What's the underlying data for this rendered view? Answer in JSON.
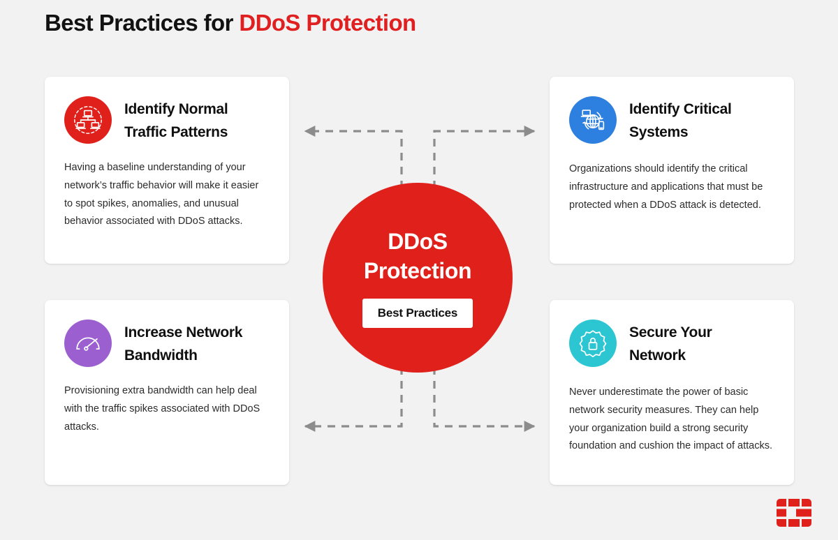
{
  "title": {
    "lead": "Best Practices for ",
    "accent": "DDoS Protection"
  },
  "colors": {
    "background": "#f2f2f2",
    "accent_red": "#e02020",
    "hub_red": "#e0201b",
    "icon_red": "#e0201b",
    "icon_blue": "#2d7fe0",
    "icon_purple": "#9b5fd0",
    "icon_teal": "#2cc6d2",
    "connector_gray": "#8c8c8c",
    "card_white": "#ffffff",
    "title_black": "#121212",
    "body_gray": "#2b2b2b"
  },
  "hub": {
    "title_line1": "DDoS",
    "title_line2": "Protection",
    "chip_label": "Best Practices"
  },
  "cards": [
    {
      "id": "identify-normal-traffic-patterns",
      "title_line1": "Identify Normal",
      "title_line2": "Traffic Patterns",
      "body": "Having a baseline understanding of your network’s traffic behavior will make it easier to spot spikes, anomalies, and unusual behavior associated with DDoS attacks.",
      "icon_name": "network-topology-icon",
      "icon_color": "#e0201b"
    },
    {
      "id": "identify-critical-systems",
      "title_line1": "Identify Critical",
      "title_line2": "Systems",
      "body": "Organizations should identify the critical infrastructure and applications that must be protected when a DDoS attack is detected.",
      "icon_name": "globe-devices-icon",
      "icon_color": "#2d7fe0"
    },
    {
      "id": "increase-network-bandwidth",
      "title_line1": "Increase Network",
      "title_line2": "Bandwidth",
      "body": "Provisioning extra bandwidth can help deal with the traffic spikes associated with DDoS attacks.",
      "icon_name": "speedometer-icon",
      "icon_color": "#9b5fd0"
    },
    {
      "id": "secure-your-network",
      "title_line1": "Secure Your",
      "title_line2": "Network",
      "body": "Never underestimate the power of basic network security measures. They can help your organization build a strong security foundation and cushion the impact of attacks.",
      "icon_name": "gear-lock-icon",
      "icon_color": "#2cc6d2"
    }
  ],
  "connectors": {
    "style": "dashed",
    "arrow_direction": "outward-from-center",
    "count": 4
  },
  "brand": {
    "name": "fortinet-logo",
    "color": "#e0201b"
  }
}
